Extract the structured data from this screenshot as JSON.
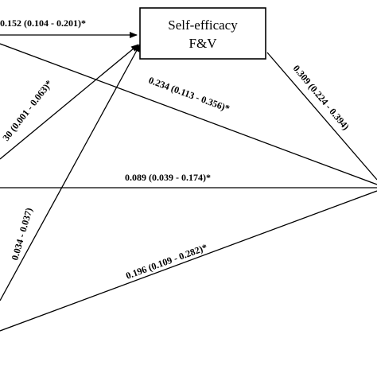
{
  "node": {
    "line1": "Self-efficacy",
    "line2": "F&V"
  },
  "paths": {
    "top_left": "0.152 (0.104 - 0.201)*",
    "left_diag_a": "30 (0.001 - 0.063)*",
    "left_diag_b": "0.034 - 0.037)",
    "cross": "0.234 (0.113 - 0.356)*",
    "right_diag": "0.309 (0.224 - 0.394)",
    "middle": "0.089 (0.039 - 0.174)*",
    "bottom": "0.196 (0.109 - 0.282)*"
  }
}
